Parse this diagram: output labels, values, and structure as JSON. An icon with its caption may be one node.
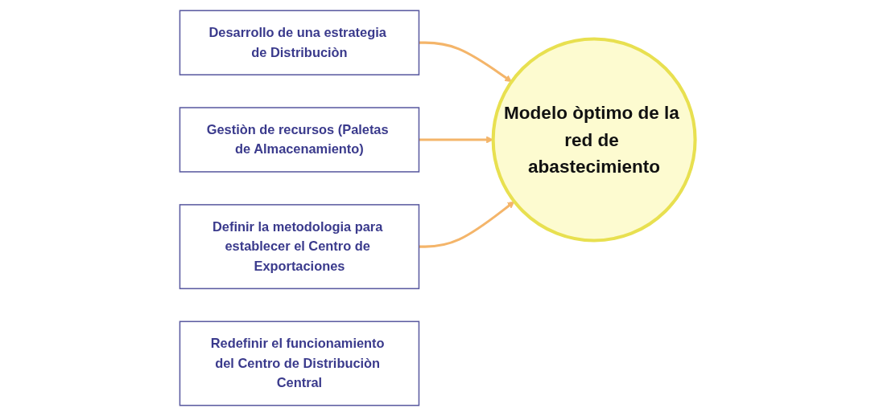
{
  "diagram": {
    "nodes": [
      {
        "text": [
          "Desarrollo de una estrategia de Distribuciòn"
        ]
      },
      {
        "text": [
          "Gestiòn de recursos (Paletas de Almacenamiento)"
        ]
      },
      {
        "text": [
          "Modelo òptimo de la red de abastecimiento"
        ]
      },
      {
        "text": [
          "Definir la metodologia para establecer el Centro de Exportaciones"
        ]
      },
      {
        "text": [
          "Redefinir el funcionamiento del Centro de Distribuciòn Central"
        ]
      }
    ],
    "edges": [
      {
        "from": 0,
        "to": 2,
        "arrow": "to"
      },
      {
        "from": 1,
        "to": 2,
        "arrow": "to"
      },
      {
        "from": 3,
        "to": 2,
        "arrow": "to"
      }
    ]
  }
}
